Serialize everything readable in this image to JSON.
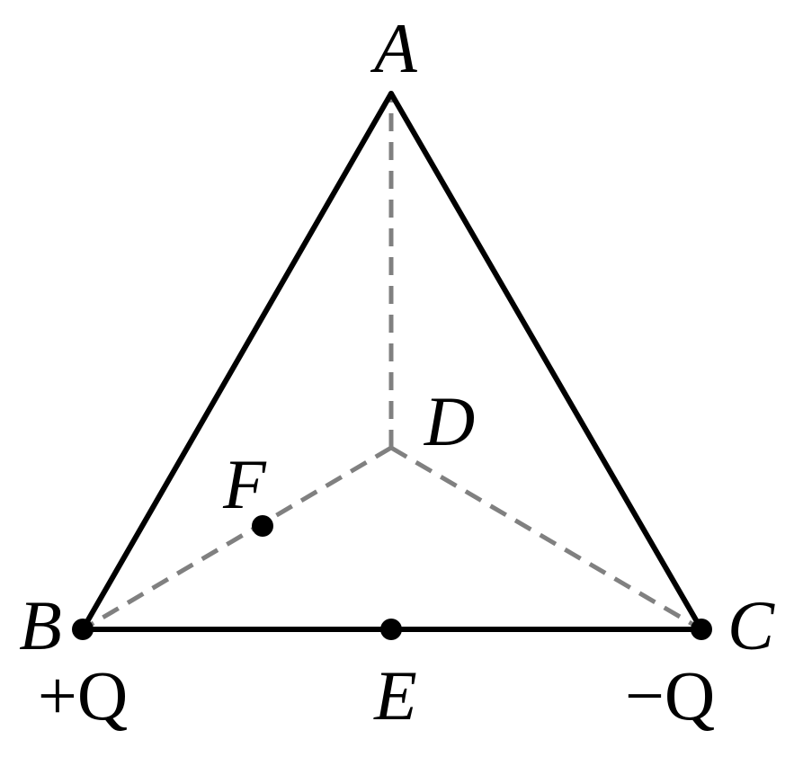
{
  "diagram": {
    "labels": {
      "A": "A",
      "B": "B",
      "C": "C",
      "D": "D",
      "E": "E",
      "F": "F"
    },
    "charges": {
      "B": "+Q",
      "C": "−Q"
    },
    "colors": {
      "edge": "#000000",
      "dashed": "#808080",
      "point": "#000000"
    }
  }
}
